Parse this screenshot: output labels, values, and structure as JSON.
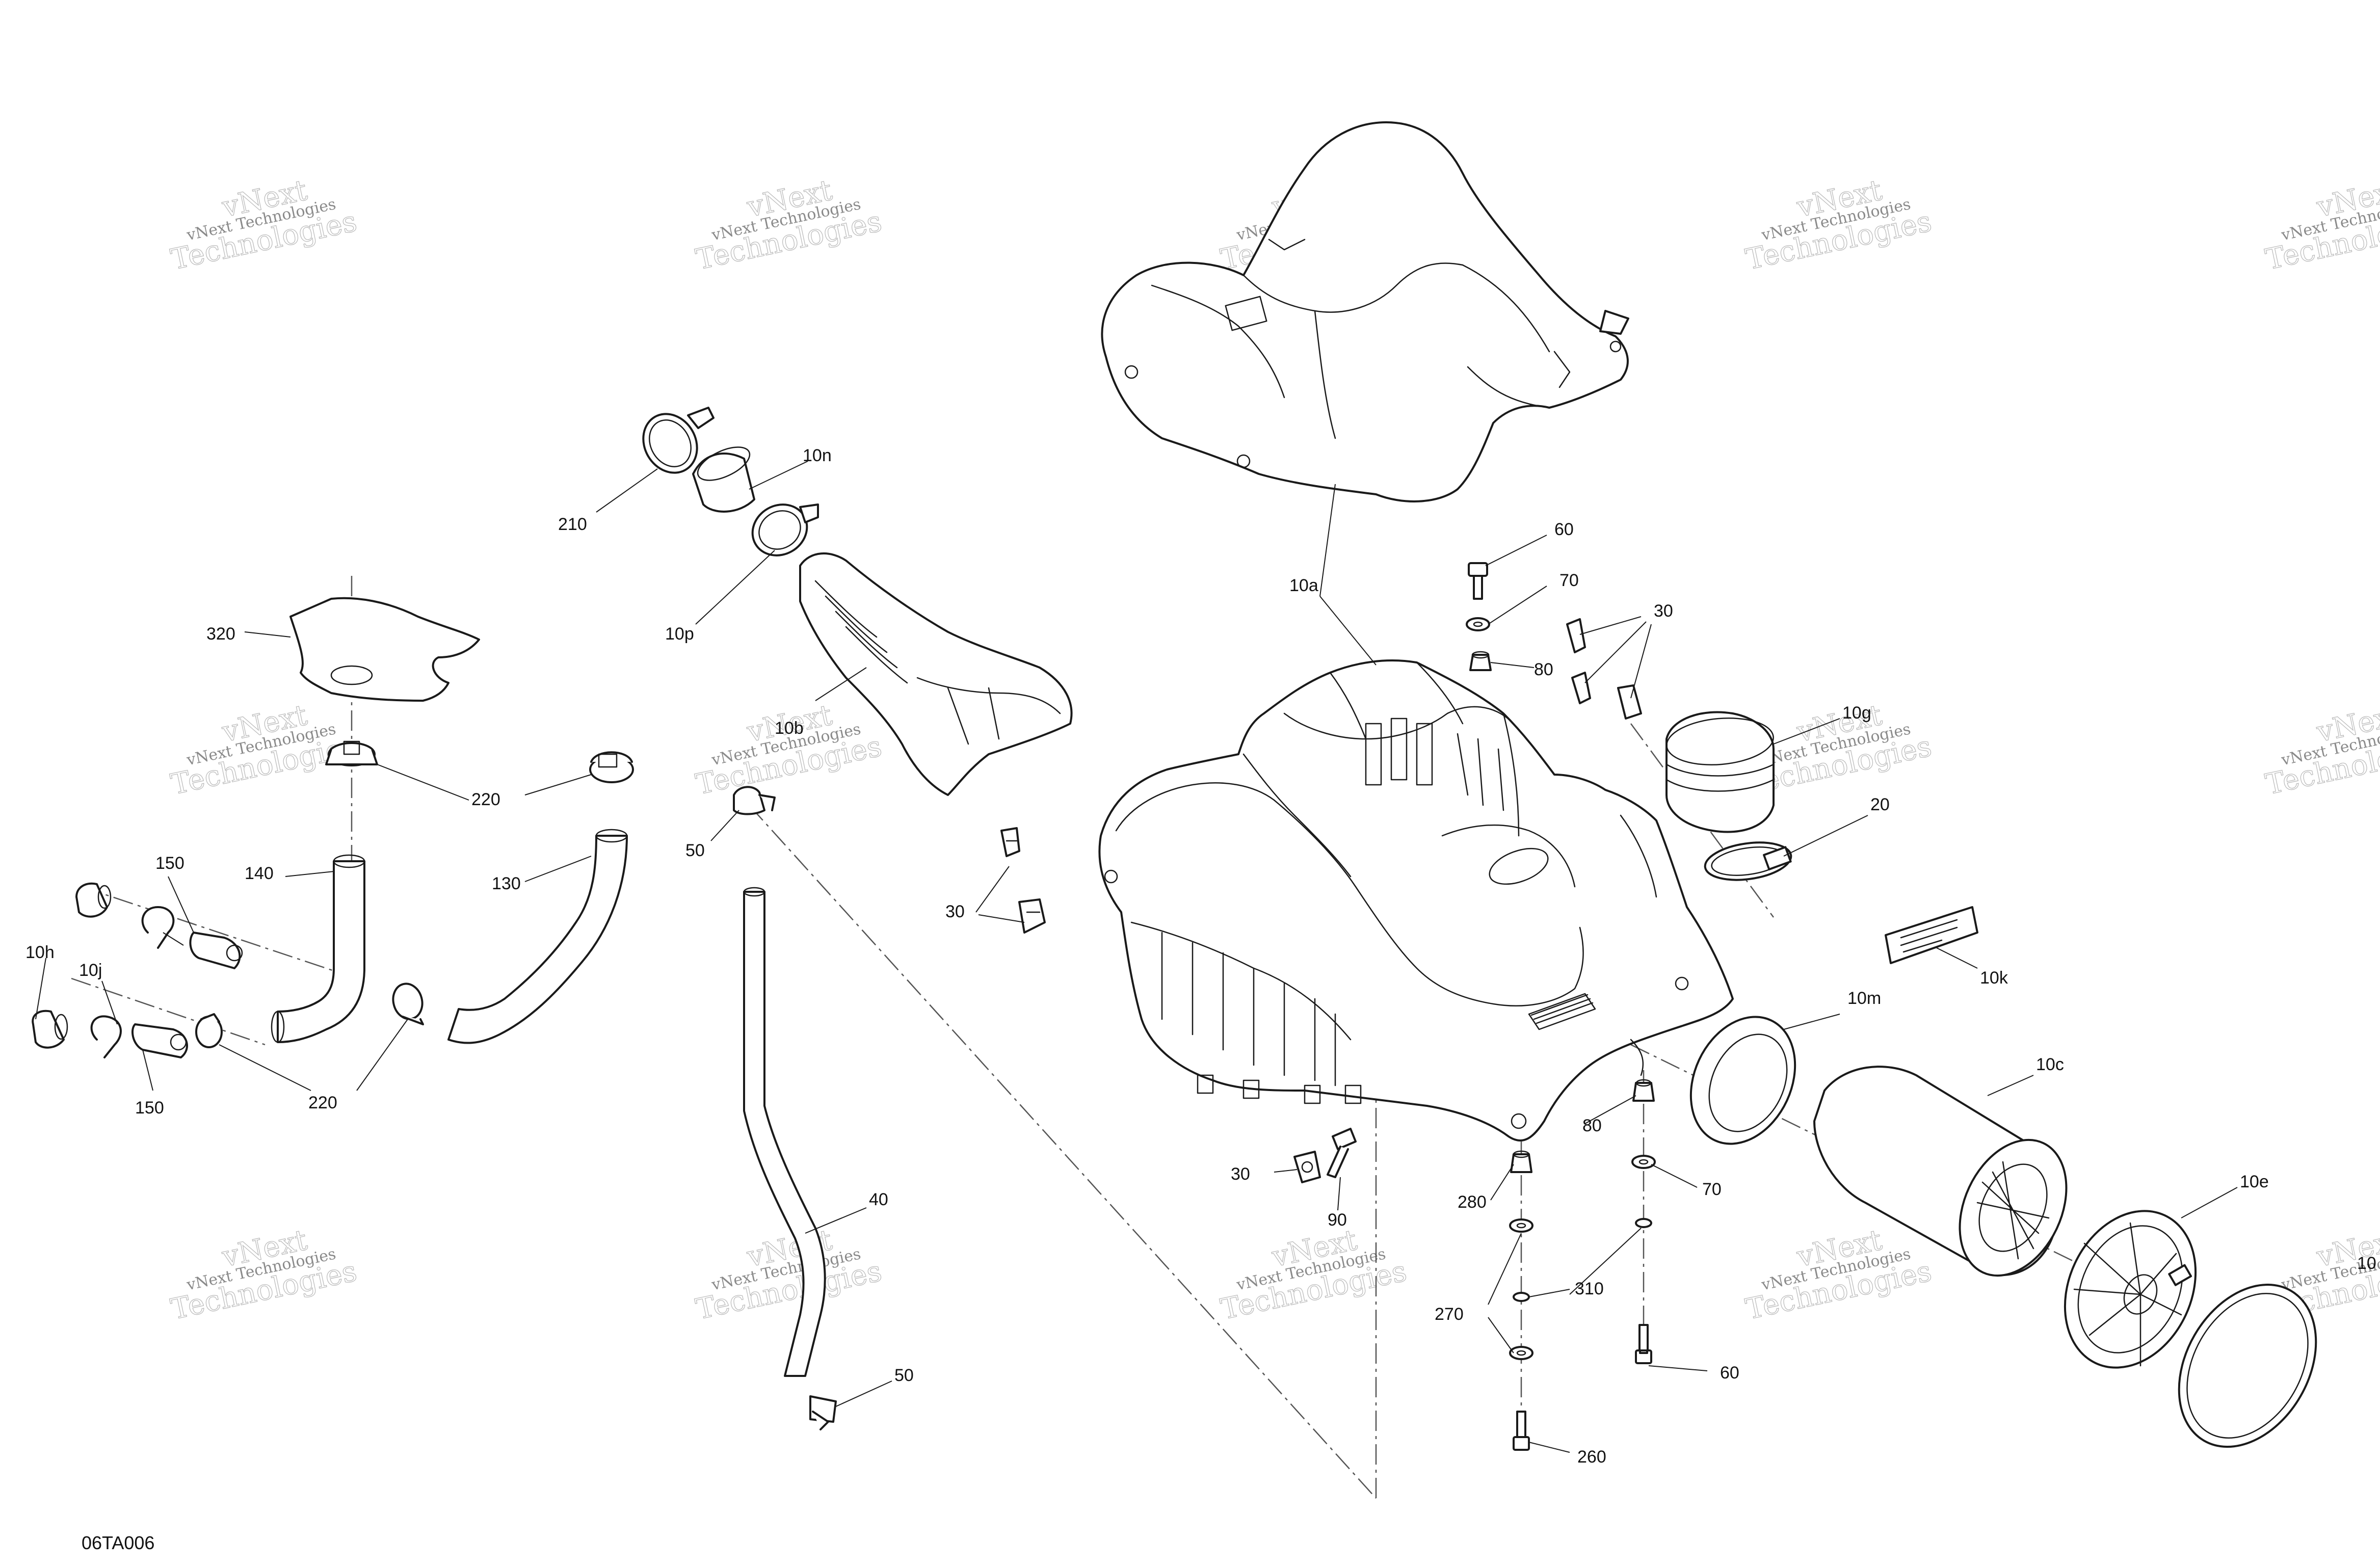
{
  "diagram_code": "06TA006",
  "watermark": {
    "line": "vNext Technologies",
    "word_top": "vNext",
    "word_bottom": "Technologies"
  },
  "callouts": {
    "c_210": "210",
    "c_10n": "10n",
    "c_10p": "10p",
    "c_10b": "10b",
    "c_320": "320",
    "c_220_a": "220",
    "c_220_b": "220",
    "c_140": "140",
    "c_130": "130",
    "c_150_a": "150",
    "c_150_b": "150",
    "c_10h": "10h",
    "c_10j": "10j",
    "c_50_a": "50",
    "c_50_b": "50",
    "c_40": "40",
    "c_30_a": "30",
    "c_30_b": "30",
    "c_30_c": "30",
    "c_10a": "10a",
    "c_60_a": "60",
    "c_60_b": "60",
    "c_70_a": "70",
    "c_70_b": "70",
    "c_80_a": "80",
    "c_80_b": "80",
    "c_10g": "10g",
    "c_20": "20",
    "c_10k": "10k",
    "c_10m": "10m",
    "c_10c": "10c",
    "c_10e": "10e",
    "c_10_edge": "10",
    "c_90": "90",
    "c_280": "280",
    "c_270": "270",
    "c_310": "310",
    "c_260": "260"
  }
}
